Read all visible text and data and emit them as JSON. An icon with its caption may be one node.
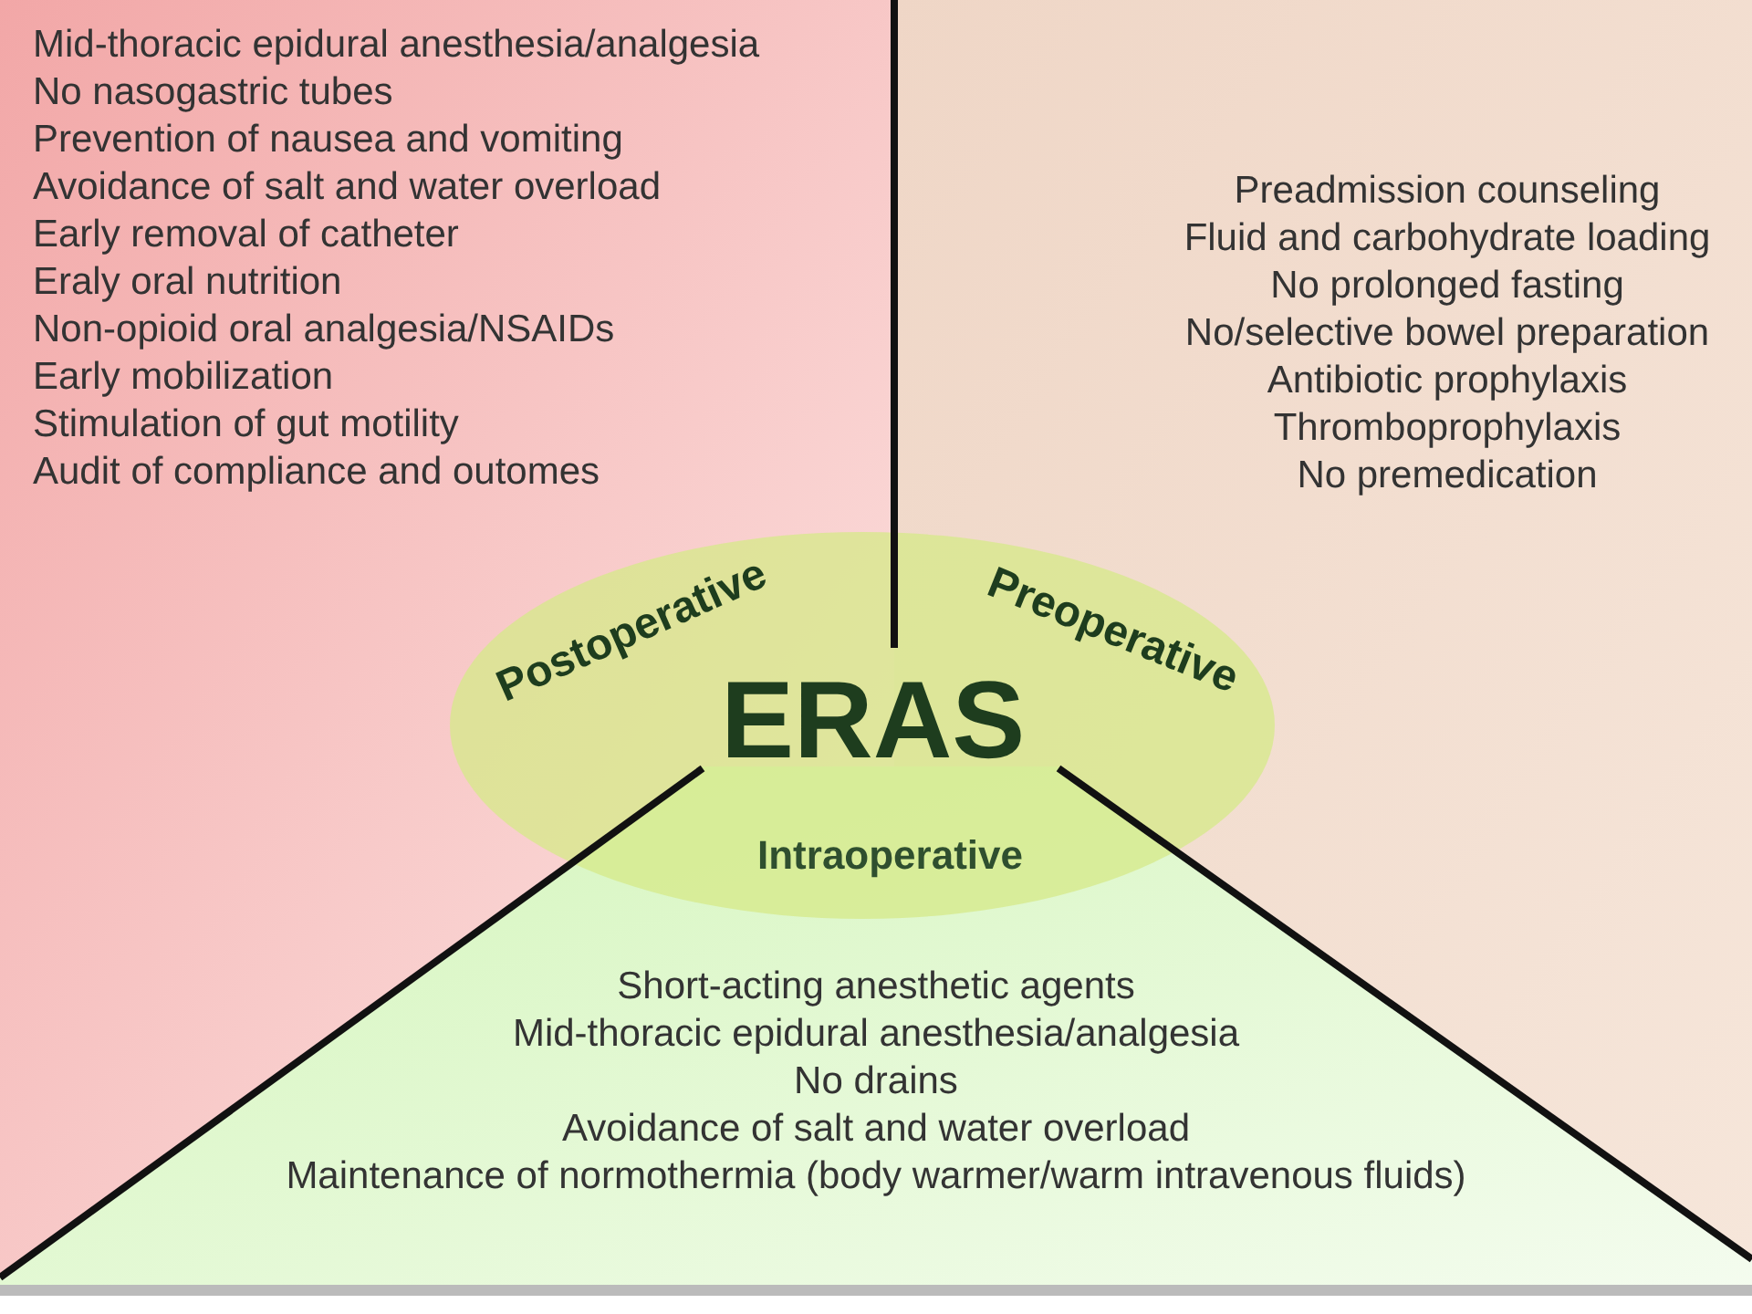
{
  "diagram": {
    "nodes": [
      {
        "text": [
          "Mid-thoracic epidural anesthesia/analgesia",
          "No nasogastric tubes",
          "Prevention of nausea and vomiting",
          "Avoidance of salt and water overload",
          "Early removal of catheter",
          "Eraly oral nutrition",
          "Non-opioid oral analgesia/NSAIDs",
          "Early mobilization",
          "Stimulation of gut motility",
          "Audit of compliance and outomes"
        ]
      },
      {
        "text": [
          "Preadmission counseling",
          "Fluid and carbohydrate loading",
          "No prolonged fasting",
          "No/selective bowel preparation",
          "Antibiotic prophylaxis",
          "Thromboprophylaxis",
          "No premedication"
        ]
      },
      {
        "text": [
          "Short-acting anesthetic agents",
          "Mid-thoracic epidural anesthesia/analgesia",
          "No drains",
          "Avoidance of salt and water overload",
          "Maintenance of normothermia (body warmer/warm intravenous fluids)"
        ]
      },
      {
        "text": [
          "Postoperative",
          "Preoperative",
          "ERAS",
          "Intraoperative"
        ]
      }
    ]
  }
}
